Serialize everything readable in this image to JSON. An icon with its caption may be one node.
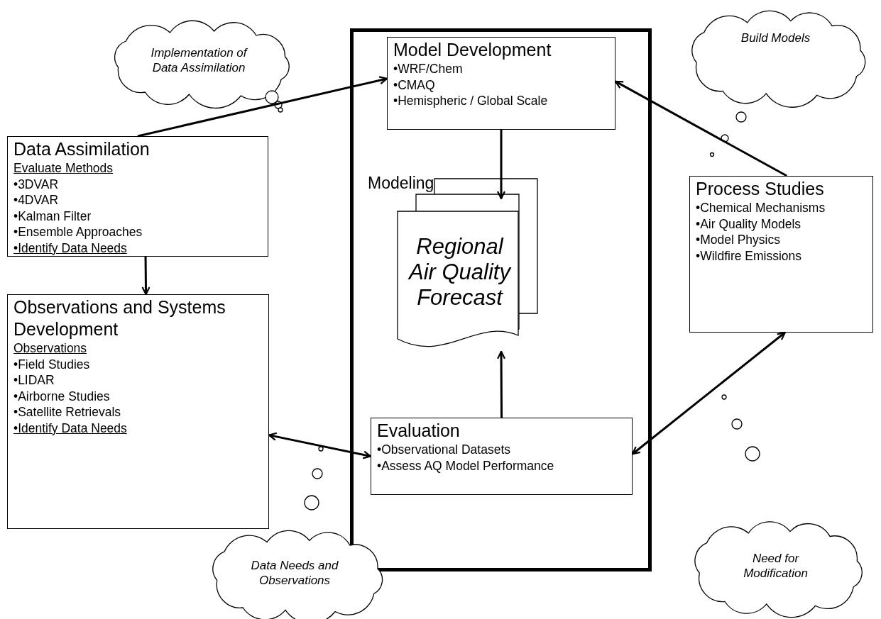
{
  "diagram": {
    "nodes": [
      {
        "text": [
          "Modeling"
        ]
      },
      {
        "text": [
          "Model Development",
          "•WRF/Chem",
          "•CMAQ",
          "•Hemispheric / Global Scale"
        ],
        "in": 0
      },
      {
        "text": [
          "Regional Air Quality Forecast"
        ],
        "in": 0
      },
      {
        "text": [
          "Evaluation",
          "•Observational Datasets",
          "•Assess AQ Model Performance"
        ],
        "in": 0
      },
      {
        "text": [
          "Data Assimilation",
          "Evaluate Methods",
          "•3DVAR",
          "•4DVAR",
          "•Kalman Filter",
          "•Ensemble Approaches",
          "•Identify Data Needs"
        ]
      },
      {
        "text": [
          "Observations and Systems Development",
          "Observations",
          "•Field Studies",
          "•LIDAR",
          "•Airborne Studies",
          "•Satellite Retrievals",
          "•Identify Data Needs"
        ]
      },
      {
        "text": [
          "Process Studies",
          "•Chemical Mechanisms",
          "•Air Quality Models",
          "•Model Physics",
          "•Wildfire Emissions"
        ]
      },
      {
        "text": [
          "Implementation of Data Assimilation"
        ]
      },
      {
        "text": [
          "Build Models"
        ]
      },
      {
        "text": [
          "Need for Modification"
        ]
      },
      {
        "text": [
          "Data Needs and Observations"
        ]
      }
    ],
    "edges": [
      {
        "from": 4,
        "to": 1,
        "arrow": "to"
      },
      {
        "from": 6,
        "to": 1,
        "arrow": "to"
      },
      {
        "from": 1,
        "to": 2,
        "arrow": "to"
      },
      {
        "from": 3,
        "to": 2,
        "arrow": "to"
      },
      {
        "from": 4,
        "to": 5,
        "arrow": "to"
      },
      {
        "from": 5,
        "to": 3,
        "arrow": "both"
      },
      {
        "from": 6,
        "to": 3,
        "arrow": "both"
      }
    ]
  }
}
